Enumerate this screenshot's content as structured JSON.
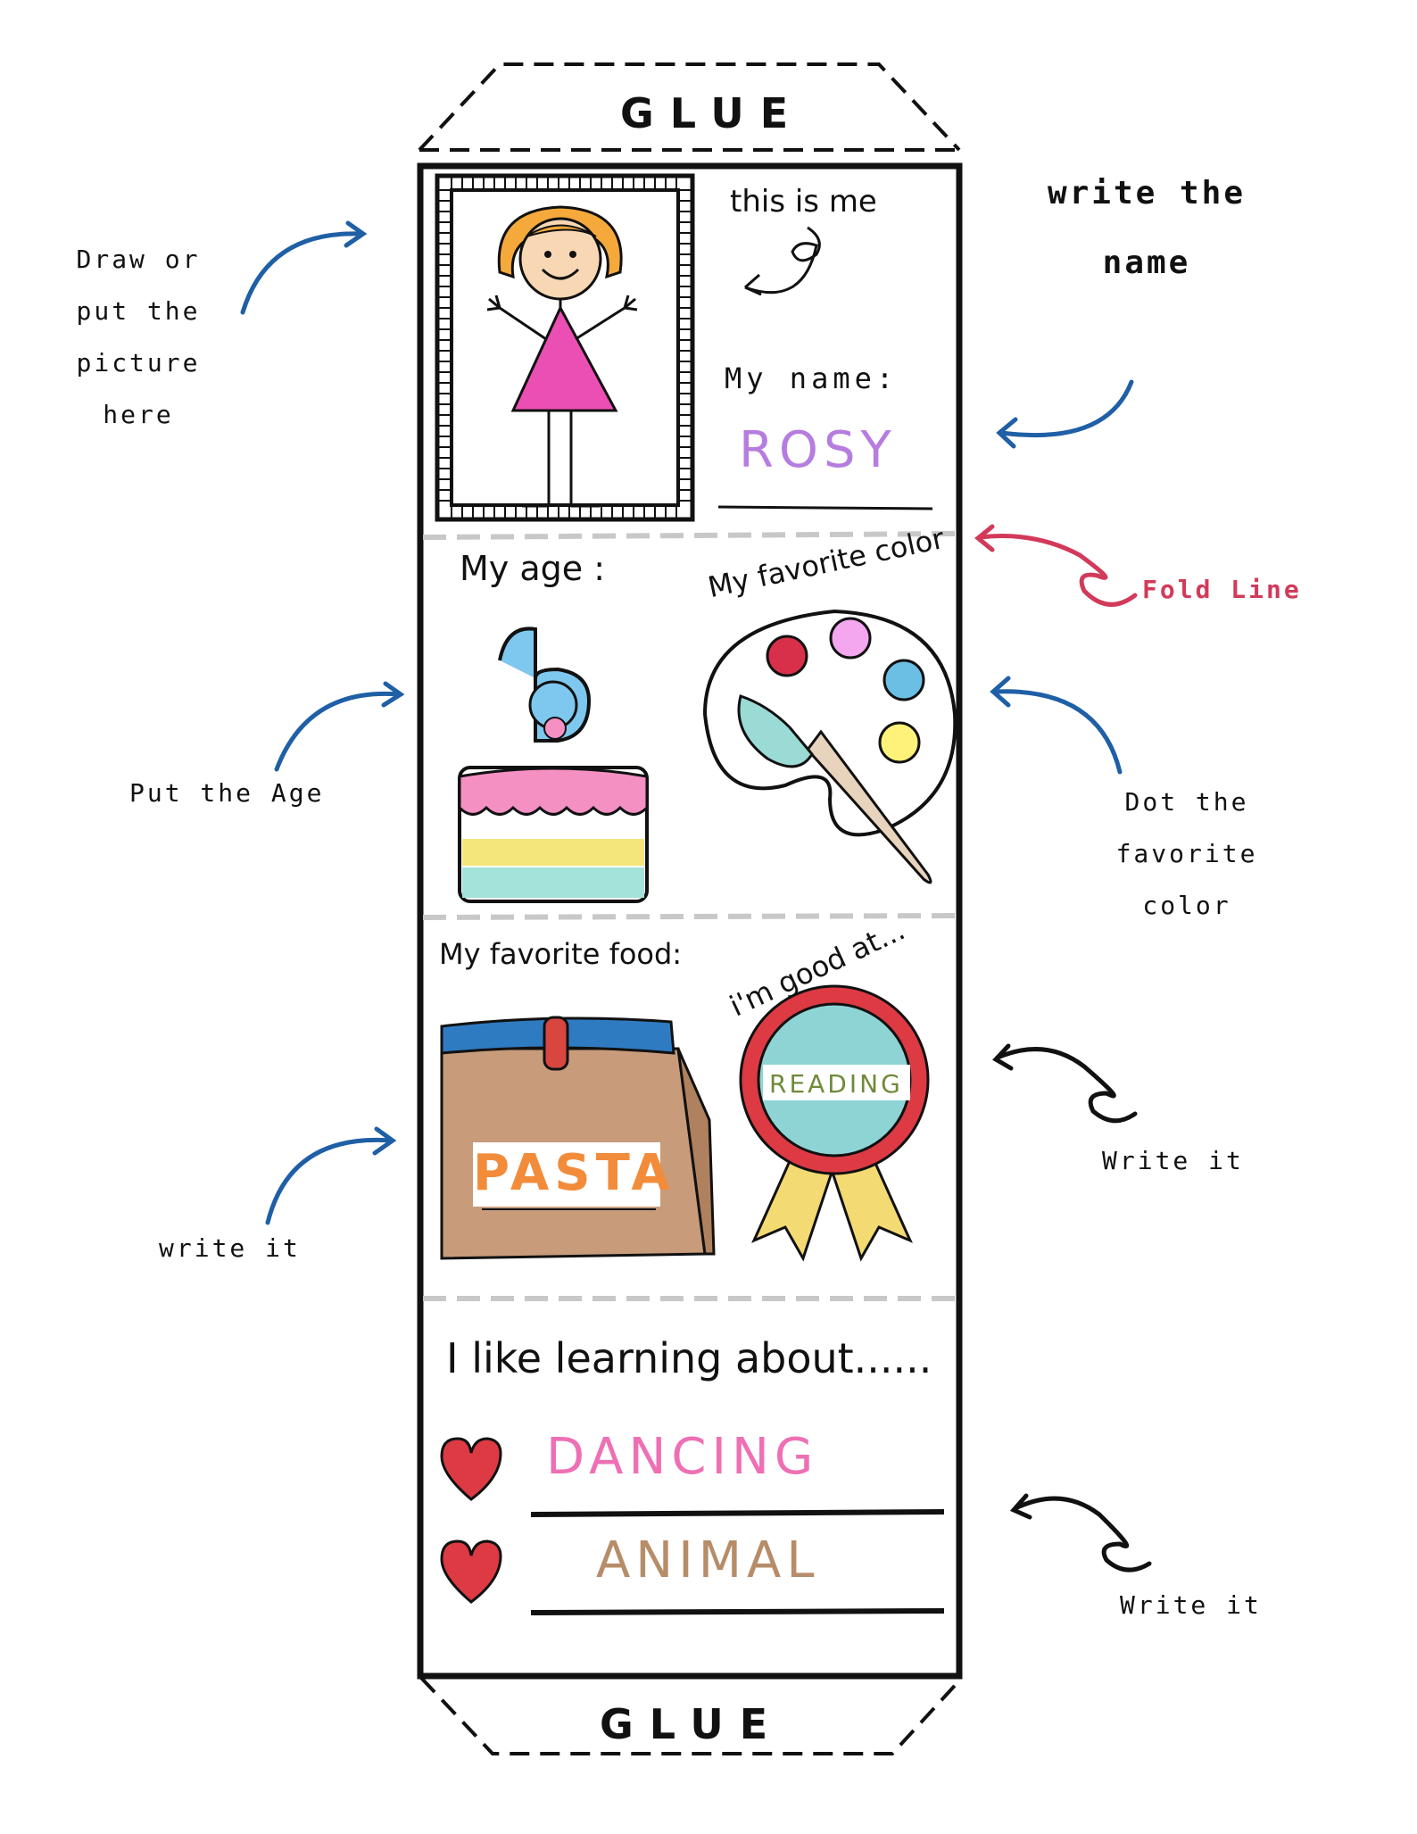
{
  "glue_top": "GLUE",
  "glue_bottom": "GLUE",
  "panel1": {
    "caption": "this is me",
    "name_label": "My name:",
    "name_value": "ROSY"
  },
  "panel2": {
    "age_label": "My age :",
    "age_value": "6",
    "color_label": "My favorite color"
  },
  "panel3": {
    "food_label": "My favorite food:",
    "food_value": "PASTA",
    "good_label": "i'm good at...",
    "good_value": "READING"
  },
  "panel4": {
    "heading": "I like learning about......",
    "items": [
      "DANCING",
      "ANIMAL"
    ]
  },
  "annotations": {
    "draw_picture": [
      "Draw or",
      "put the",
      "picture",
      "here"
    ],
    "write_name": [
      "write the",
      "name"
    ],
    "fold_line": "Fold Line",
    "put_age": "Put the Age",
    "dot_color": [
      "Dot the favorite",
      "color"
    ],
    "write_it_left": "write it",
    "write_it_right1": "Write it",
    "write_it_right2": "Write it"
  },
  "colors": {
    "name": "#b67de0",
    "fold": "#d23a5a",
    "arrow": "#1f5fa6",
    "dancing": "#ef6fb4",
    "animal": "#b78c68",
    "pasta": "#f28c3a",
    "reading": "#6f8a3a"
  }
}
